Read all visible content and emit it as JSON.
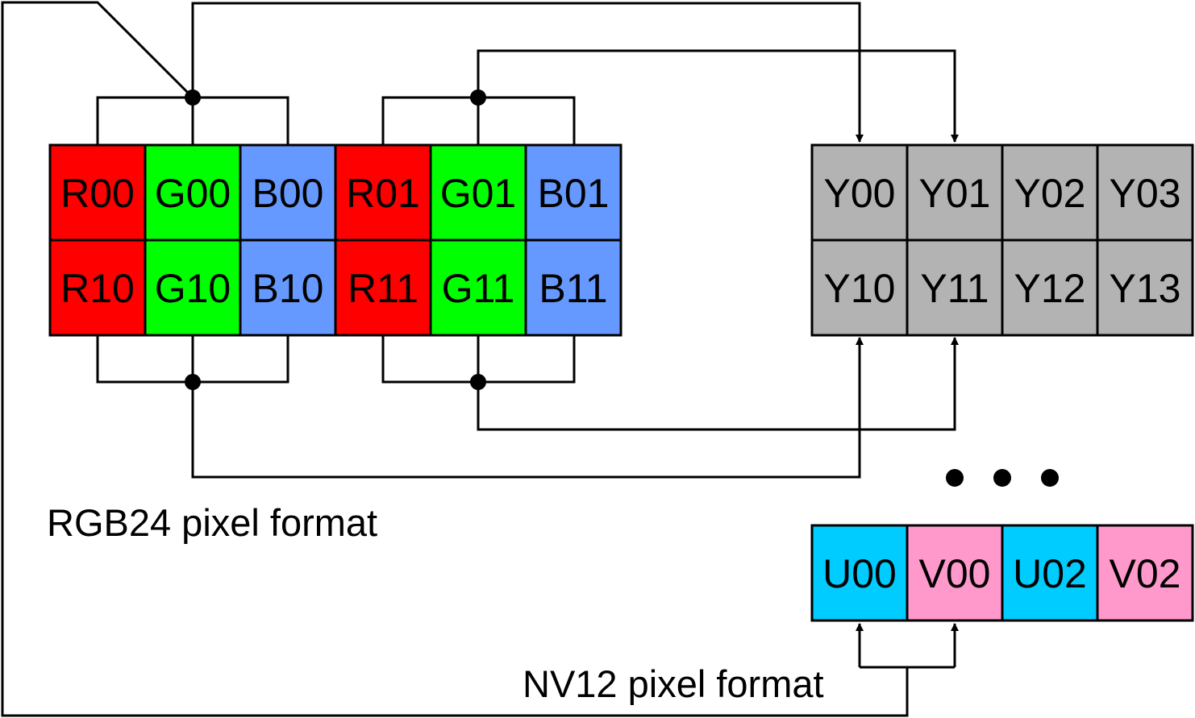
{
  "rgb_grid": {
    "rows": [
      [
        {
          "label": "R00",
          "color": "#ff0000"
        },
        {
          "label": "G00",
          "color": "#00ff00"
        },
        {
          "label": "B00",
          "color": "#6699ff"
        },
        {
          "label": "R01",
          "color": "#ff0000"
        },
        {
          "label": "G01",
          "color": "#00ff00"
        },
        {
          "label": "B01",
          "color": "#6699ff"
        }
      ],
      [
        {
          "label": "R10",
          "color": "#ff0000"
        },
        {
          "label": "G10",
          "color": "#00ff00"
        },
        {
          "label": "B10",
          "color": "#6699ff"
        },
        {
          "label": "R11",
          "color": "#ff0000"
        },
        {
          "label": "G11",
          "color": "#00ff00"
        },
        {
          "label": "B11",
          "color": "#6699ff"
        }
      ]
    ]
  },
  "y_grid": {
    "rows": [
      [
        {
          "label": "Y00",
          "color": "#b3b3b3"
        },
        {
          "label": "Y01",
          "color": "#b3b3b3"
        },
        {
          "label": "Y02",
          "color": "#b3b3b3"
        },
        {
          "label": "Y03",
          "color": "#b3b3b3"
        }
      ],
      [
        {
          "label": "Y10",
          "color": "#b3b3b3"
        },
        {
          "label": "Y11",
          "color": "#b3b3b3"
        },
        {
          "label": "Y12",
          "color": "#b3b3b3"
        },
        {
          "label": "Y13",
          "color": "#b3b3b3"
        }
      ]
    ]
  },
  "uv_grid": {
    "rows": [
      [
        {
          "label": "U00",
          "color": "#00ccff"
        },
        {
          "label": "V00",
          "color": "#ff99cc"
        },
        {
          "label": "U02",
          "color": "#00ccff"
        },
        {
          "label": "V02",
          "color": "#ff99cc"
        }
      ]
    ]
  },
  "captions": {
    "rgb": "RGB24 pixel format",
    "nv12": "NV12 pixel format"
  }
}
